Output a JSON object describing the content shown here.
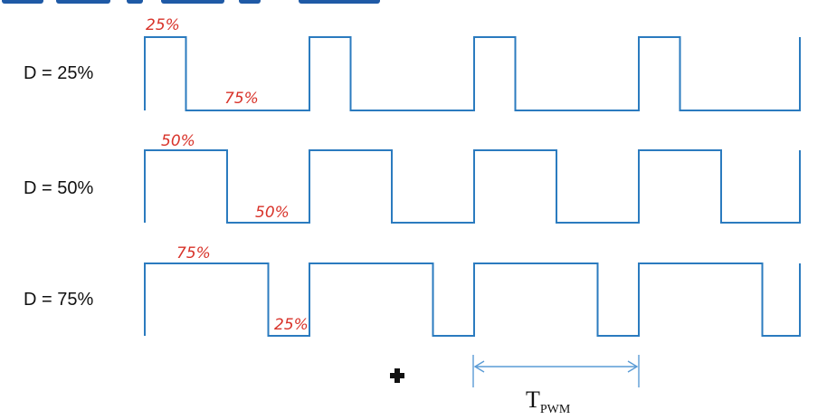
{
  "rows": [
    {
      "label": "D = 25%",
      "duty": 0.25,
      "high_note": "25%",
      "low_note": "75%"
    },
    {
      "label": "D = 50%",
      "duty": 0.5,
      "high_note": "50%",
      "low_note": "50%"
    },
    {
      "label": "D = 75%",
      "duty": 0.75,
      "high_note": "75%",
      "low_note": "25%"
    }
  ],
  "period_label": {
    "main": "T",
    "sub": "PWM"
  },
  "colors": {
    "waveform": "#2b7bbf",
    "annotation": "#d8332a",
    "arrow": "#5a9bd5",
    "title_fragment": "#1f5aa6"
  },
  "cursor_icon": "crosshair-cursor-icon"
}
